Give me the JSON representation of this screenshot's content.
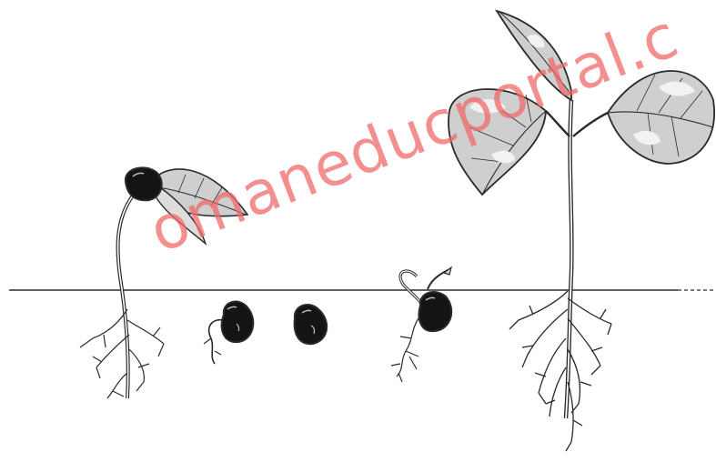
{
  "diagram": {
    "stages": [
      "seed",
      "seed-with-radicle",
      "hook-emerging",
      "seedling-with-cotyledons",
      "young-plant-with-true-leaves"
    ],
    "colors": {
      "ink": "#2a2a2a",
      "leaf_fill": "#cfcfcf",
      "leaf_highlight": "#f2f2f2",
      "seed_fill": "#141414",
      "watermark": "#f06a6a"
    }
  },
  "watermark": {
    "text": "omaneducportal.c"
  }
}
